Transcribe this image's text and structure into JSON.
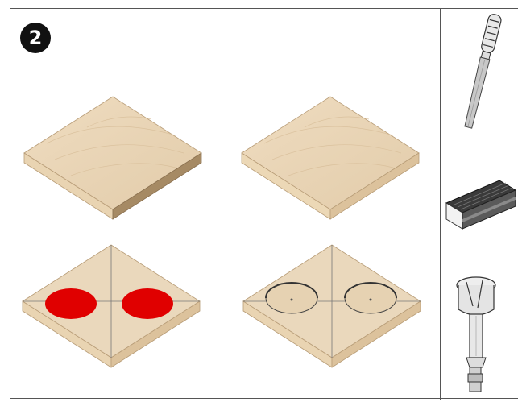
{
  "step": {
    "number": "2"
  },
  "panels": [
    {
      "id": "board-plain-1",
      "description_icon": "wood-board-icon"
    },
    {
      "id": "board-plain-2",
      "description_icon": "wood-board-icon"
    },
    {
      "id": "board-marked",
      "description_icon": "wood-board-marked-icon"
    },
    {
      "id": "board-drilled",
      "description_icon": "wood-board-drilled-icon"
    }
  ],
  "tools": [
    {
      "name": "file-tool",
      "icon": "file-rasp-icon"
    },
    {
      "name": "sanding-block",
      "icon": "sanding-block-icon"
    },
    {
      "name": "forstner-bit",
      "icon": "forstner-bit-icon"
    }
  ],
  "colors": {
    "marking": "#e00000",
    "wood_top": "#ead8bc",
    "wood_side": "#d9c09a",
    "wood_front": "#e7d2ae",
    "outline": "#555555"
  }
}
